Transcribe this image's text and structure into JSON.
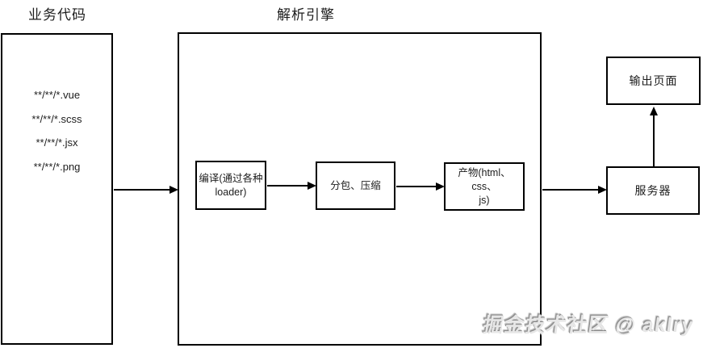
{
  "titles": {
    "source": "业务代码",
    "engine": "解析引擎"
  },
  "source_box": {
    "files": [
      "**/**/*.vue",
      "**/**/*.scss",
      "**/**/*.jsx",
      "**/**/*.png"
    ]
  },
  "engine_steps": [
    {
      "line1": "编译(通过各种",
      "line2": "loader)"
    },
    {
      "line1": "分包、压缩",
      "line2": ""
    },
    {
      "line1": "产物(html、css、",
      "line2": "js)"
    }
  ],
  "nodes": {
    "output_page": "输出页面",
    "server": "服务器"
  },
  "watermark": "掘金技术社区 @ aklry",
  "colors": {
    "background": "#ffffff",
    "line": "#000000",
    "text": "#1c1c1c",
    "watermark_fill": "#e7e7e7",
    "watermark_shadow": "#8a8a8a"
  }
}
